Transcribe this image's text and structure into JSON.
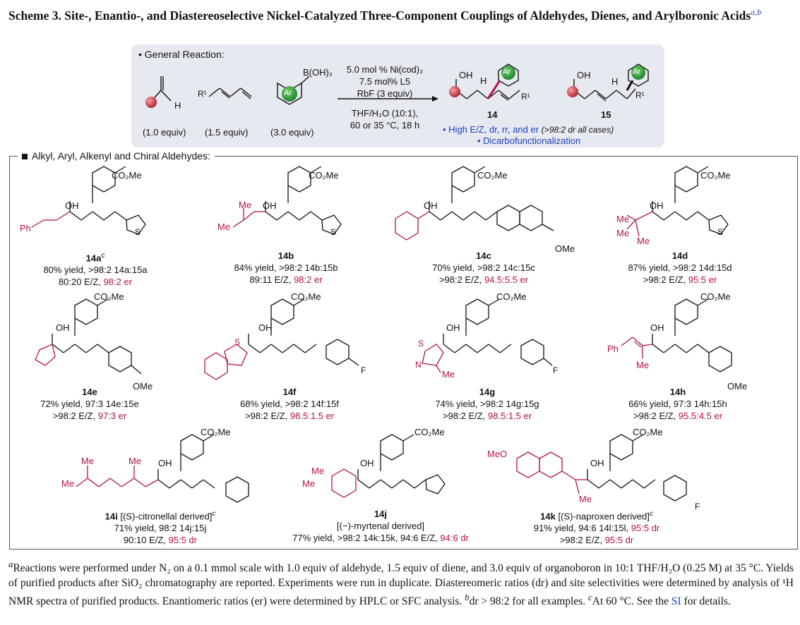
{
  "title": {
    "prefix": "Scheme 3.",
    "text": "Site-, Enantio-, and Diastereoselective Nickel-Catalyzed Three-Component Couplings of Aldehydes, Dienes, and Arylboronic Acids",
    "sup": "a,b"
  },
  "general": {
    "heading": "• General Reaction:",
    "boronic": "B(OH)₂",
    "ar": "Ar",
    "r1": "R¹",
    "h": "H",
    "oh": "OH",
    "equivs": [
      "(1.0 equiv)",
      "(1.5 equiv)",
      "(3.0 equiv)"
    ],
    "conditions_above": [
      "5.0 mol % Ni(cod)₂",
      "7.5 mol% L5",
      "RbF (3 equiv)"
    ],
    "conditions_below": [
      "THF/H₂O (10:1),",
      "60 or 35 °C, 18 h"
    ],
    "prod14": "14",
    "prod15": "15",
    "bullet1": "• High E/Z, dr, rr, and er",
    "bullet1_note": "(>98:2 dr all cases)",
    "bullet2": "• Dicarbofunctionalization"
  },
  "section_label": "Alkyl, Aryl, Alkenyl and Chiral Aldehydes:",
  "labels": {
    "co2me": "CO₂Me",
    "oh": "OH",
    "ph": "Ph",
    "me": "Me",
    "ome": "OMe",
    "meo": "MeO",
    "s": "S",
    "n": "N",
    "f": "F"
  },
  "compounds": [
    {
      "id": "14a",
      "sup": "c",
      "line1": "80% yield, >98:2 14a:15a",
      "line2": "80:20 E/Z,",
      "er": "98:2 er"
    },
    {
      "id": "14b",
      "sup": "",
      "line1": "84% yield, >98:2 14b:15b",
      "line2": "89:11 E/Z,",
      "er": "98:2 er"
    },
    {
      "id": "14c",
      "sup": "",
      "line1": "70% yield, >98:2 14c:15c",
      "line2": ">98:2 E/Z,",
      "er": "94.5:5.5 er"
    },
    {
      "id": "14d",
      "sup": "",
      "line1": "87% yield, >98:2 14d:15d",
      "line2": ">98:2 E/Z,",
      "er": "95:5 er"
    },
    {
      "id": "14e",
      "sup": "",
      "line1": "72% yield, 97:3 14e:15e",
      "line2": ">98:2 E/Z,",
      "er": "97:3 er"
    },
    {
      "id": "14f",
      "sup": "",
      "line1": "68% yield, >98:2 14f:15f",
      "line2": ">98:2 E/Z,",
      "er": "98.5:1.5 er"
    },
    {
      "id": "14g",
      "sup": "",
      "line1": "74% yield, >98:2 14g:15g",
      "line2": ">98:2 E/Z,",
      "er": "98.5:1.5 er"
    },
    {
      "id": "14h",
      "sup": "",
      "line1": "66% yield, 97:3 14h:15h",
      "line2": ">98:2 E/Z,",
      "er": "95.5:4.5 er"
    },
    {
      "id": "14i",
      "sup": "c",
      "label": "[(S)-citronellal derived]",
      "line1": "71% yield, 98:2 14j:15j",
      "line2": "90:10 E/Z,",
      "er": "95:5 dr"
    },
    {
      "id": "14j",
      "sup": "",
      "label": "[(−)-myrtenal derived]",
      "line1": "77% yield, >98:2 14k:15k, 94:6 E/Z,",
      "line2": "",
      "er": "94:6 dr"
    },
    {
      "id": "14k",
      "sup": "c",
      "label": "[(S)-naproxen derived]",
      "line1": "91% yield, 94:6 14l:15l,",
      "line2": ">98:2 E/Z,",
      "er": "95:5 dr",
      "er1": "95:5 dr"
    }
  ],
  "footnote": {
    "a": "Reactions were performed under N₂ on a 0.1 mmol scale with 1.0 equiv of aldehyde, 1.5 equiv of diene, and 3.0 equiv of organoboron in 10:1 THF/H₂O (0.25 M) at 35 °C. Yields of purified products after SiO₂ chromatography are reported. Experiments were run in duplicate. Diastereomeric ratios (dr) and site selectivities were determined by analysis of ¹H NMR spectra of purified products. Enantiomeric ratios (er) were determined by HPLC or SFC analysis.",
    "b": "dr > 98:2 for all examples.",
    "c": "At 60 °C. See the",
    "si": "SI",
    "end": "for details."
  },
  "colors": {
    "accent_red": "#b0124b",
    "link_blue": "#1c3fb8",
    "box_bg": "#e6e9f0",
    "ar_green": "#2e9b3c",
    "ball_red": "#c93a4a"
  }
}
